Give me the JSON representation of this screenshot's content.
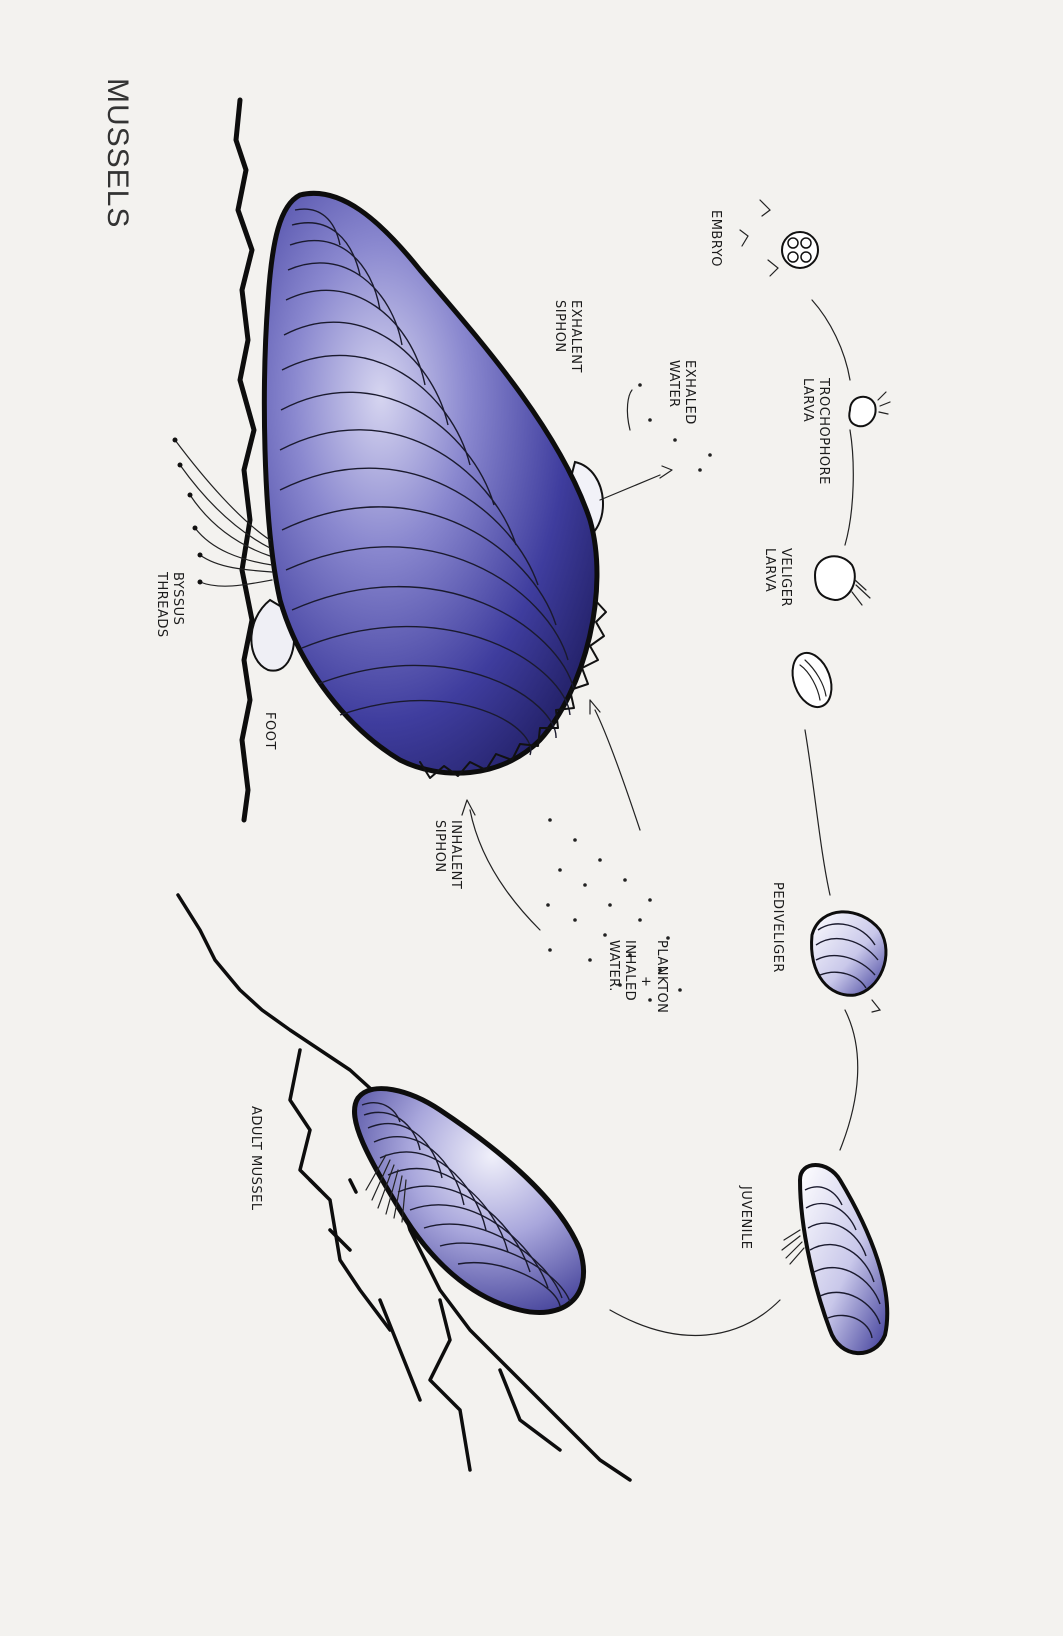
{
  "title": "MUSSELS",
  "labels": {
    "embryo": "EMBRYO",
    "trochophore": [
      "TROCHOPHORE",
      "LARVA"
    ],
    "veliger": [
      "VELIGER",
      "LARVA"
    ],
    "pediveliger": "PEDIVELIGER",
    "juvenile": "JUVENILE",
    "adult": "ADULT MUSSEL",
    "exhalent_siphon": [
      "EXHALENT",
      "SIPHON"
    ],
    "exhaled_water": [
      "EXHALED",
      "WATER"
    ],
    "byssus": [
      "BYSSUS",
      "THREADS"
    ],
    "foot": "FOOT",
    "inhalent_siphon": [
      "INHALENT",
      "SIPHON"
    ],
    "plankton": [
      "PLANKTON",
      "+",
      "INHALED",
      "WATER."
    ]
  },
  "colors": {
    "shell_fill": "#3b3a9a",
    "shell_light": "#9c9ad4",
    "ink": "#111111",
    "paper": "#f3f2ef"
  }
}
